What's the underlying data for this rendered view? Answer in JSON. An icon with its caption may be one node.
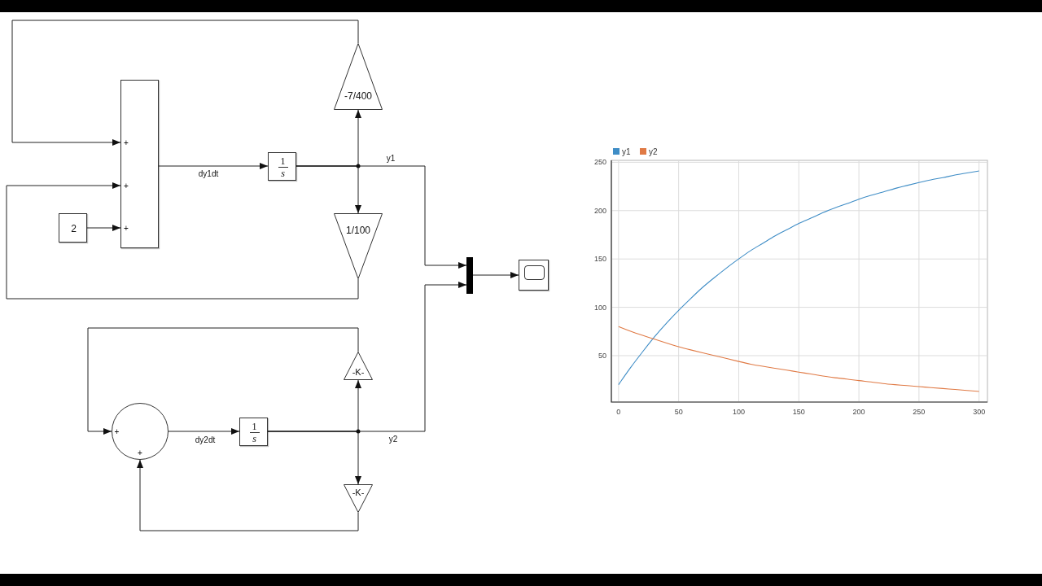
{
  "diagram": {
    "nodes": [
      {
        "text": [
          "+",
          "+",
          "+"
        ]
      },
      {
        "text": [
          "2"
        ]
      },
      {
        "text": [
          "1",
          "s"
        ]
      },
      {
        "text": [
          "-7/400"
        ]
      },
      {
        "text": [
          "1/100"
        ]
      },
      {
        "text": [],
        "shape": "bar"
      },
      {
        "text": [],
        "shape": "box"
      },
      {
        "text": [
          "+",
          "+"
        ]
      },
      {
        "text": [
          "1",
          "s"
        ]
      },
      {
        "text": [
          "-K-"
        ]
      },
      {
        "text": [
          "-K-"
        ]
      }
    ],
    "edges": [
      {
        "from": 0,
        "to": 2,
        "arrow": "to",
        "label": "dy1dt"
      },
      {
        "from": 2,
        "to": 3,
        "arrow": "to"
      },
      {
        "from": 2,
        "to": 4,
        "arrow": "to"
      },
      {
        "from": 2,
        "to": 5,
        "arrow": "to",
        "label": "y1"
      },
      {
        "from": 3,
        "to": 0,
        "arrow": "to"
      },
      {
        "from": 4,
        "to": 0,
        "arrow": "to"
      },
      {
        "from": 1,
        "to": 0,
        "arrow": "to"
      },
      {
        "from": 5,
        "to": 6,
        "arrow": "to"
      },
      {
        "from": 7,
        "to": 8,
        "arrow": "to",
        "label": "dy2dt"
      },
      {
        "from": 8,
        "to": 9,
        "arrow": "to"
      },
      {
        "from": 8,
        "to": 10,
        "arrow": "to"
      },
      {
        "from": 8,
        "to": 5,
        "arrow": "to",
        "label": "y2"
      },
      {
        "from": 9,
        "to": 7,
        "arrow": "to"
      },
      {
        "from": 10,
        "to": 7,
        "arrow": "to"
      }
    ],
    "chart_data": {
      "type": "line",
      "x": [
        0,
        10,
        20,
        30,
        40,
        50,
        60,
        70,
        80,
        90,
        100,
        110,
        120,
        130,
        140,
        150,
        160,
        170,
        180,
        190,
        200,
        210,
        220,
        230,
        240,
        250,
        260,
        270,
        280,
        290,
        300
      ],
      "series": [
        {
          "name": "y1",
          "color": "#3f8dc6",
          "values": [
            20,
            38,
            54,
            70,
            84,
            97,
            109,
            121,
            131,
            141,
            150,
            159,
            166,
            174,
            180,
            187,
            192,
            198,
            203,
            207,
            212,
            216,
            219,
            223,
            226,
            229,
            232,
            234,
            237,
            239,
            241
          ]
        },
        {
          "name": "y2",
          "color": "#e07a45",
          "values": [
            80,
            75,
            71,
            67,
            63,
            59,
            56,
            53,
            50,
            47,
            44,
            41,
            39,
            37,
            35,
            33,
            31,
            29,
            27,
            26,
            24,
            23,
            21,
            20,
            19,
            18,
            17,
            16,
            15,
            14,
            13
          ]
        }
      ],
      "xlim": [
        -6,
        307
      ],
      "ylim": [
        2,
        252
      ],
      "xticks": [
        0,
        50,
        100,
        150,
        200,
        250,
        300
      ],
      "yticks": [
        50,
        100,
        150,
        200,
        250
      ],
      "grid": true,
      "legend": "upper left"
    }
  }
}
